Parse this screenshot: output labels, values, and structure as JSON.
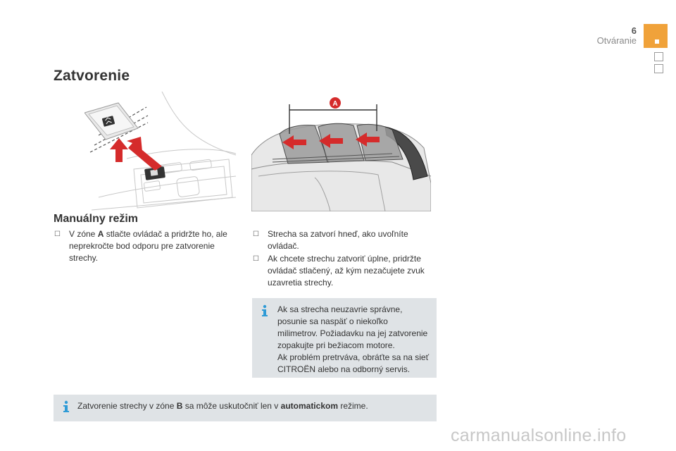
{
  "header": {
    "page_number": "6",
    "chapter": "Otváranie",
    "accent_color": "#f0a23a"
  },
  "section_title": "Zatvorenie",
  "subsection_title": "Manuálny režim",
  "illustration": {
    "marker_label": "A",
    "icons": [
      "roof-switch-icon",
      "up-arrow-icon",
      "close-direction-arrow-icon"
    ]
  },
  "bullets_left": [
    {
      "pre": "V zóne ",
      "bold": "A",
      "post": " stlačte ovládač a pridržte ho, ale neprekročte bod odporu pre zatvorenie strechy."
    }
  ],
  "bullets_right": [
    {
      "text": "Strecha sa zatvorí hneď, ako uvoľníte ovládač."
    },
    {
      "text": "Ak chcete strechu zatvoriť úplne, pridržte ovládač stlačený, až kým nezačujete zvuk uzavretia strechy."
    }
  ],
  "info_right": {
    "lines": [
      "Ak sa strecha neuzavrie správne,",
      "posunie sa naspäť o niekoľko",
      "milimetrov. Požiadavku na jej zatvorenie",
      "zopakujte pri bežiacom motore.",
      "Ak problém pretrváva, obráťte sa na sieť",
      "CITROËN alebo na odborný servis."
    ]
  },
  "info_bottom": {
    "pre": "Zatvorenie strechy v zóne ",
    "bold1": "B",
    "mid": " sa môže uskutočniť len v ",
    "bold2": "automatickom",
    "post": " režime."
  },
  "watermark": "carmanualsonline.info"
}
